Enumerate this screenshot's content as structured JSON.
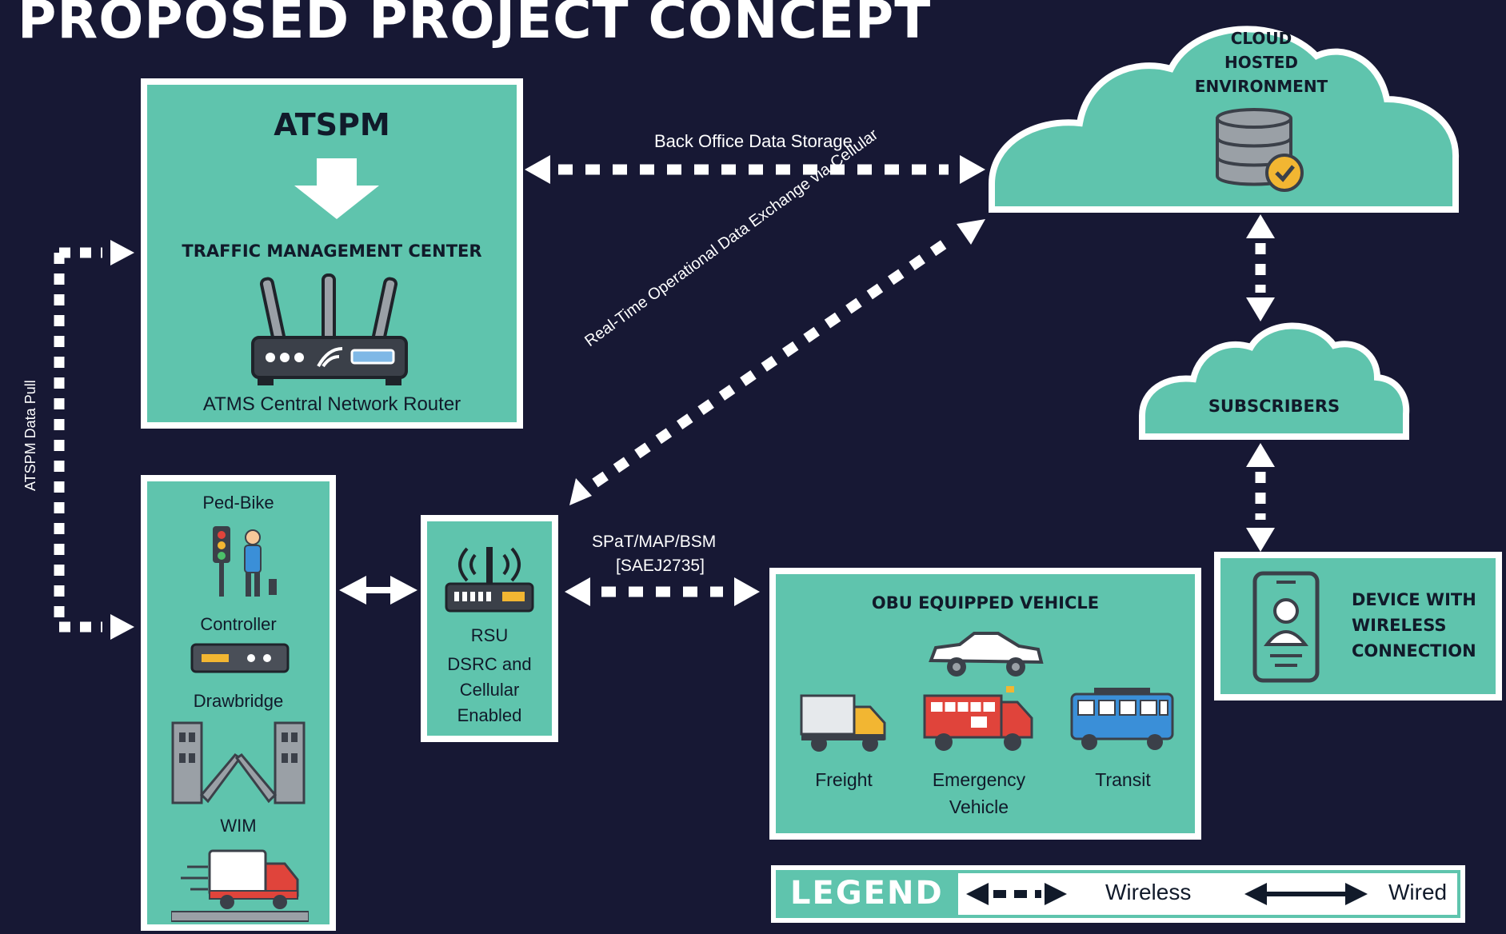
{
  "title": "PROPOSED PROJECT CONCEPT",
  "colors": {
    "background": "#171834",
    "panel": "#5fc4ad",
    "border": "#ffffff",
    "text_dark": "#111a2a",
    "arrow": "#ffffff",
    "accent_yellow": "#f2b632",
    "accent_red": "#e0443b",
    "accent_blue": "#3a8fd8"
  },
  "tmc_box": {
    "heading": "ATSPM",
    "center_label": "TRAFFIC MANAGEMENT CENTER",
    "router_label": "ATMS Central Network Router",
    "icons": [
      "down-arrow-icon",
      "router-icon"
    ]
  },
  "field_box": {
    "items": [
      {
        "label": "Ped-Bike",
        "icon": "pedestrian-signal-icon"
      },
      {
        "label": "Controller",
        "icon": "controller-icon"
      },
      {
        "label": "Drawbridge",
        "icon": "drawbridge-icon"
      },
      {
        "label": "WIM",
        "icon": "truck-icon"
      }
    ]
  },
  "rsu_box": {
    "label": "RSU",
    "sub_lines": [
      "DSRC and",
      "Cellular",
      "Enabled"
    ],
    "icon": "rsu-antenna-icon"
  },
  "obu_box": {
    "heading": "OBU EQUIPPED VEHICLE",
    "vehicles": [
      {
        "label": "Freight",
        "icon": "freight-truck-icon"
      },
      {
        "label_lines": [
          "Emergency",
          "Vehicle"
        ],
        "icon": "fire-truck-icon"
      },
      {
        "label": "Transit",
        "icon": "bus-icon"
      }
    ],
    "top_icon": "car-icon"
  },
  "cloud": {
    "lines": [
      "CLOUD",
      "HOSTED",
      "ENVIRONMENT"
    ],
    "icon": "database-check-icon"
  },
  "subscribers": {
    "label": "SUBSCRIBERS"
  },
  "device_box": {
    "lines": [
      "DEVICE WITH",
      "WIRELESS",
      "CONNECTION"
    ],
    "icon": "smartphone-user-icon"
  },
  "connections": {
    "back_office": "Back Office Data Storage",
    "realtime": "Real-Time Operational Data Exchange via Cellular",
    "spat_line1": "SPaT/MAP/BSM",
    "spat_line2": "[SAEJ2735]",
    "atspm_pull": "ATSPM Data Pull"
  },
  "legend": {
    "title": "LEGEND",
    "wireless": "Wireless",
    "wired": "Wired"
  }
}
